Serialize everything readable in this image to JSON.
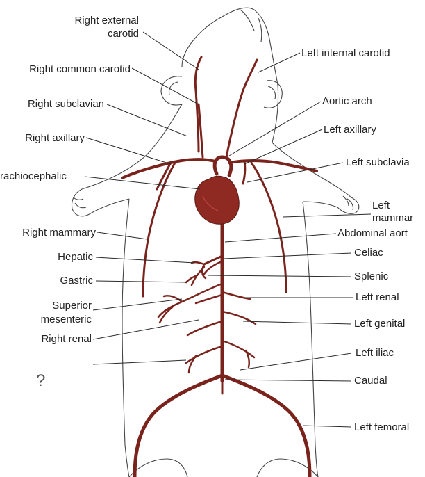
{
  "labels": {
    "right_external_carotid_1": "Right external",
    "right_external_carotid_2": "carotid",
    "right_common_carotid": "Right common carotid",
    "right_subclavian": "Right subclavian",
    "right_axillary": "Right axillary",
    "brachiocephalic": "rachiocephalic",
    "right_mammary": "Right mammary",
    "hepatic": "Hepatic",
    "gastric": "Gastric",
    "superior_mesenteric_1": "Superior",
    "superior_mesenteric_2": "mesenteric",
    "right_renal": "Right renal",
    "left_internal_carotid": "Left internal carotid",
    "aortic_arch": "Aortic arch",
    "left_axillary": "Left axillary",
    "left_subclavian": "Left subclavia",
    "left_mammary_1": "Left",
    "left_mammary_2": "mammar",
    "abdominal_aorta": "Abdominal aort",
    "celiac": "Celiac",
    "splenic": "Splenic",
    "left_renal": "Left renal",
    "left_genital": "Left genital",
    "left_iliac": "Left iliac",
    "caudal": "Caudal",
    "left_femoral": "Left femoral"
  },
  "unknown_marker": "?",
  "colors": {
    "artery": "#7a231c",
    "heart": "#8e2a22",
    "outline": "#444444",
    "text": "#222222"
  }
}
